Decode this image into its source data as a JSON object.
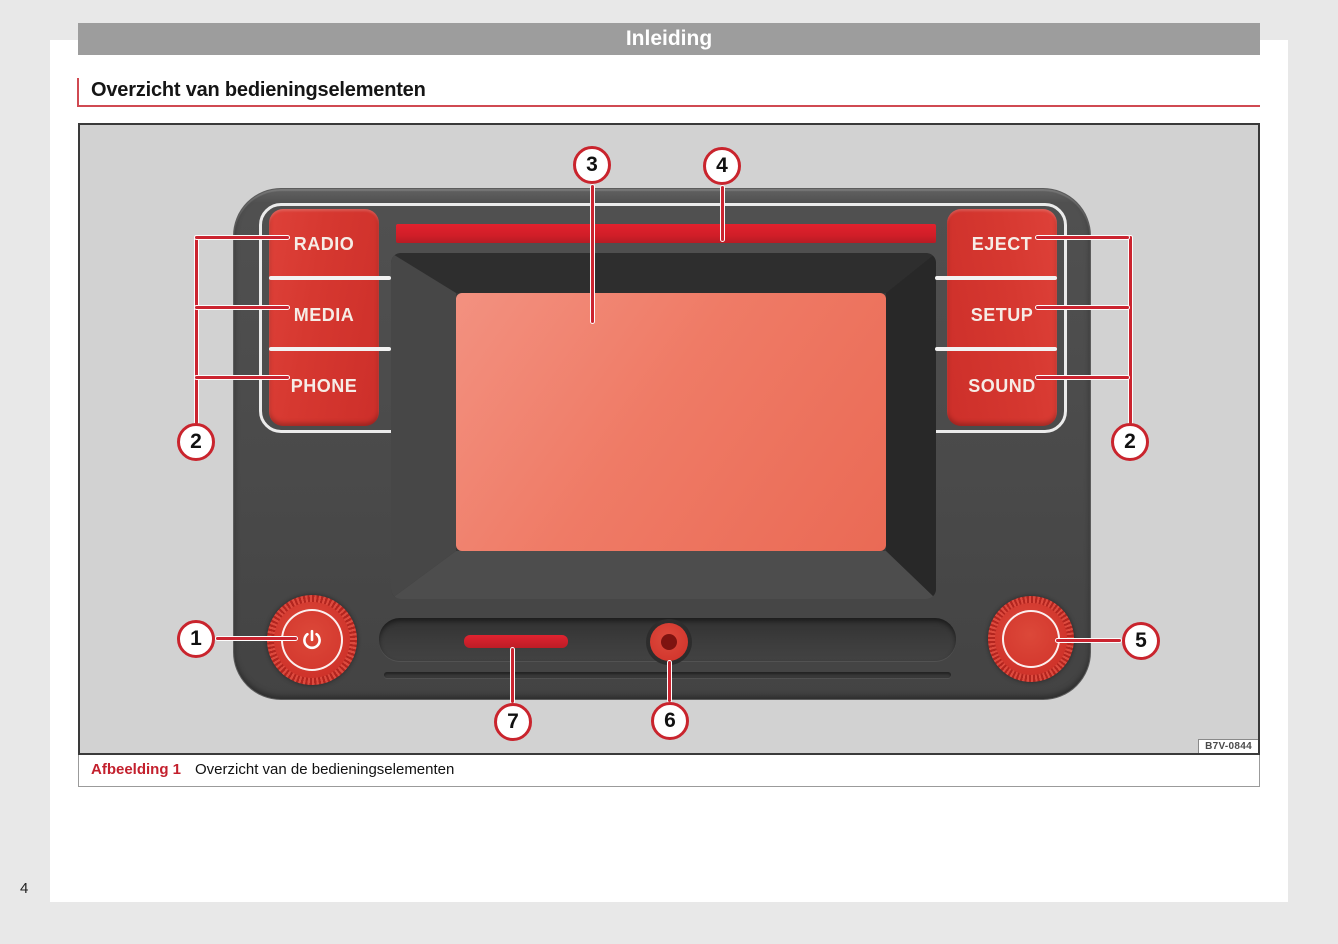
{
  "page": {
    "number": "4"
  },
  "header": {
    "title": "Inleiding"
  },
  "section": {
    "title": "Overzicht van bedieningselementen"
  },
  "figure": {
    "caption": {
      "label": "Afbeelding 1",
      "text": "Overzicht van de bedieningselementen"
    },
    "image_code": "B7V-0844",
    "device": {
      "left_buttons": [
        "RADIO",
        "MEDIA",
        "PHONE"
      ],
      "right_buttons": [
        "EJECT",
        "SETUP",
        "SOUND"
      ],
      "callouts": {
        "power_knob": "1",
        "left_buttons": "2",
        "screen": "3",
        "cd_slot": "4",
        "right_buttons": "2",
        "right_knob": "5",
        "aux_input": "6",
        "sd_slot": "7"
      }
    }
  },
  "colors": {
    "accent_red": "#c9242d",
    "button_red": "#d6362e",
    "screen_salmon": "#ee7663",
    "unit_gray": "#4a4a4a",
    "header_bar_gray": "#9d9d9d",
    "figure_background": "#d2d2d2"
  }
}
